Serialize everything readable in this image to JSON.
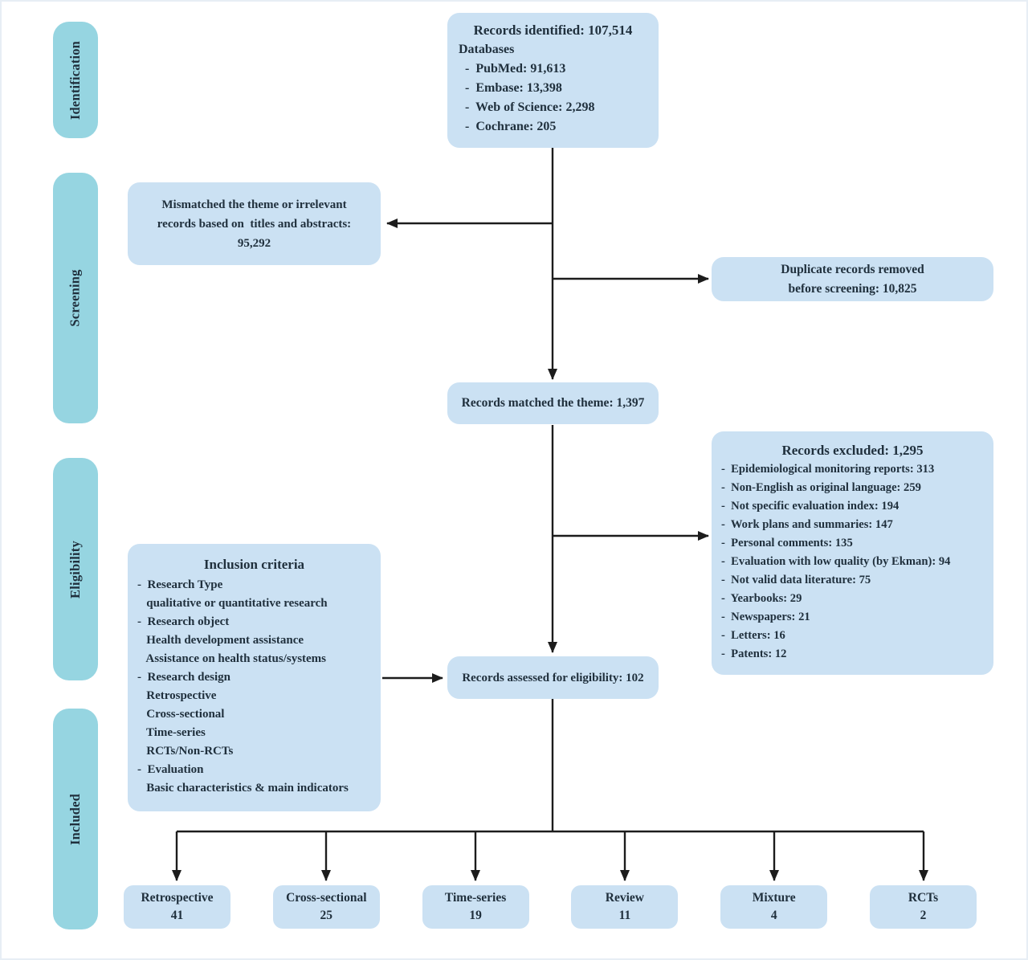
{
  "palette": {
    "box_fill": "#cbe1f3",
    "stage_fill": "#96d5e1",
    "text_color": "#20303d",
    "arrow_color": "#1c1c1c"
  },
  "stages": [
    {
      "label": "Identification"
    },
    {
      "label": "Screening"
    },
    {
      "label": "Eligibility"
    },
    {
      "label": "Included"
    }
  ],
  "identified": {
    "title": "Records identified: 107,514",
    "subtitle": "Databases",
    "items": [
      "-  PubMed: 91,613",
      "-  Embase: 13,398",
      "-  Web of Science: 2,298",
      "-  Cochrane: 205"
    ]
  },
  "mismatched": {
    "lines": [
      "Mismatched the theme or irrelevant",
      "records based on  titles and abstracts:",
      "95,292"
    ]
  },
  "duplicates": {
    "lines": [
      "Duplicate records removed",
      "before screening: 10,825"
    ]
  },
  "matched": {
    "label": "Records matched the theme: 1,397"
  },
  "excluded": {
    "title": "Records excluded: 1,295",
    "items": [
      "-  Epidemiological monitoring reports: 313",
      "-  Non-English as original language: 259",
      "-  Not specific evaluation index: 194",
      "-  Work plans and summaries: 147",
      "-  Personal comments: 135",
      "-  Evaluation with low quality (by Ekman): 94",
      "-  Not valid data literature: 75",
      "-  Yearbooks: 29",
      "-  Newspapers: 21",
      "-  Letters: 16",
      "-  Patents: 12"
    ]
  },
  "inclusion": {
    "title": "Inclusion criteria",
    "lines": [
      "-  Research Type",
      "   qualitative or quantitative research",
      "-  Research object",
      "   Health development assistance",
      "   Assistance on health status/systems",
      "-  Research design",
      "   Retrospective",
      "   Cross-sectional",
      "   Time-series",
      "   RCTs/Non-RCTs",
      "-  Evaluation",
      "   Basic characteristics & main indicators"
    ]
  },
  "assessed": {
    "label": "Records assessed for eligibility: 102"
  },
  "outcomes": [
    {
      "label": "Retrospective",
      "count": "41"
    },
    {
      "label": "Cross-sectional",
      "count": "25"
    },
    {
      "label": "Time-series",
      "count": "19"
    },
    {
      "label": "Review",
      "count": "11"
    },
    {
      "label": "Mixture",
      "count": "4"
    },
    {
      "label": "RCTs",
      "count": "2"
    }
  ]
}
